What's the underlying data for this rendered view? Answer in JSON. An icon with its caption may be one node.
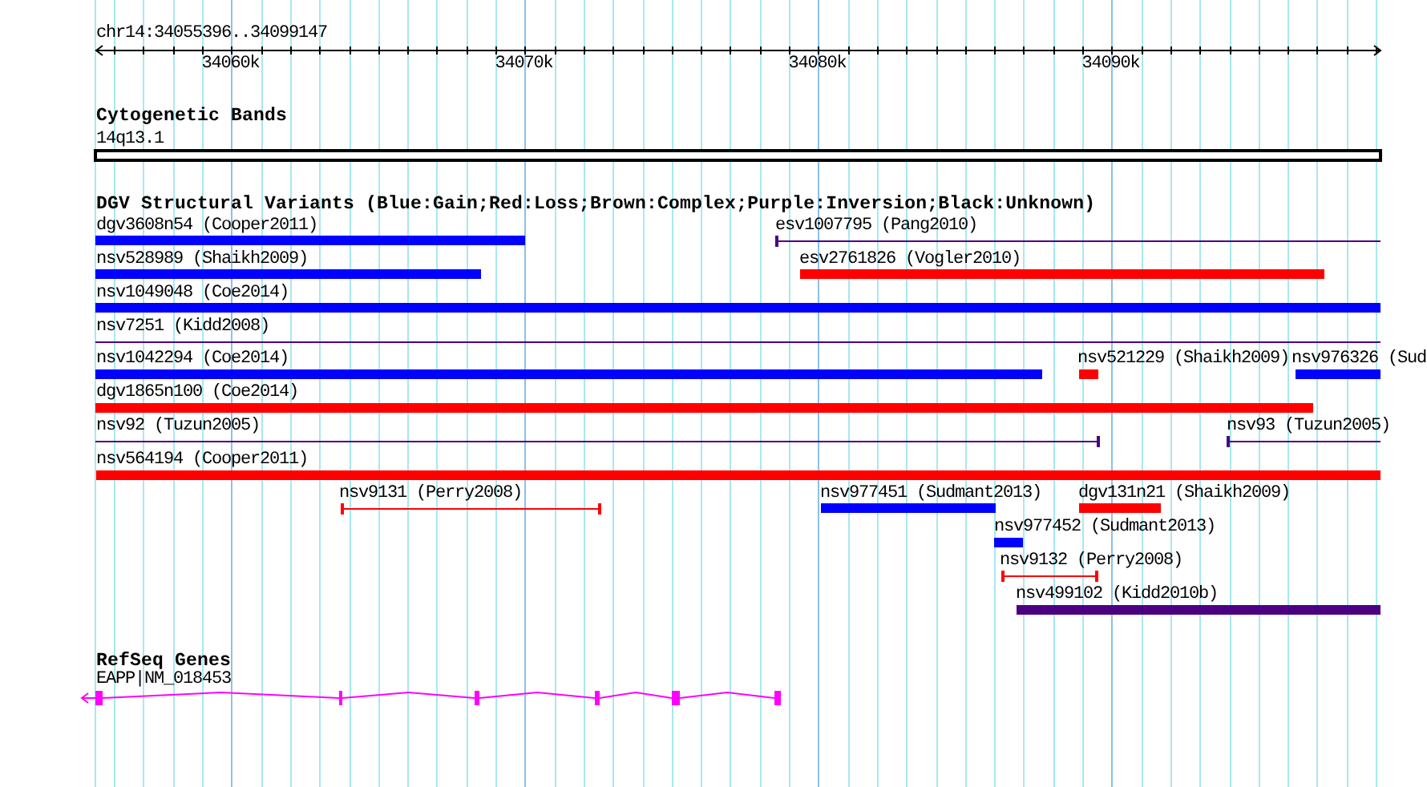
{
  "diagram": {
    "labels": [
      "chr14:34055396..34099147",
      "34060k",
      "34070k",
      "34080k",
      "34090k",
      "Cytogenetic Bands",
      "14q13.1",
      "DGV Structural Variants (Blue:Gain;Red:Loss;Brown:Complex;Purple:Inversion;Black:Unknown)",
      "dgv3608n54 (Cooper2011)",
      "esv1007795 (Pang2010)",
      "nsv528989 (Shaikh2009)",
      "esv2761826 (Vogler2010)",
      "nsv1049048 (Coe2014)",
      "nsv7251 (Kidd2008)",
      "nsv1042294 (Coe2014)",
      "nsv521229 (Shaikh2009)",
      "nsv976326 (Sud",
      "dgv1865n100 (Coe2014)",
      "nsv92 (Tuzun2005)",
      "nsv93 (Tuzun2005)",
      "nsv564194 (Cooper2011)",
      "nsv9131 (Perry2008)",
      "nsv977451 (Sudmant2013)",
      "dgv131n21 (Shaikh2009)",
      "nsv977452 (Sudmant2013)",
      "nsv9132 (Perry2008)",
      "nsv499102 (Kidd2010b)",
      "RefSeq Genes",
      "EAPP|NM_018453"
    ]
  }
}
